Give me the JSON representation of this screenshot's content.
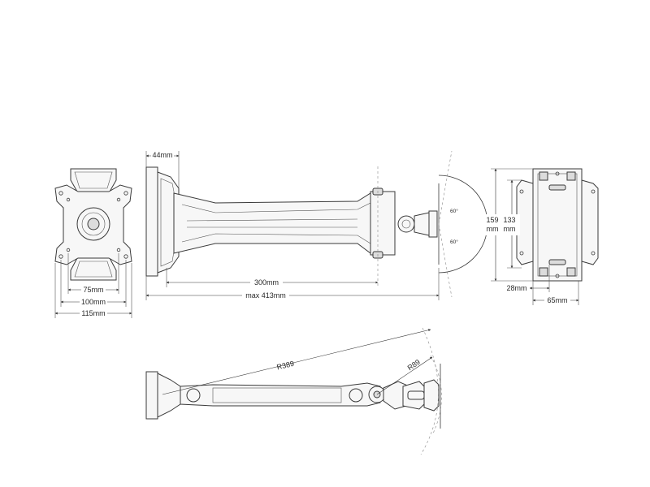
{
  "dimensions": {
    "plate_75": "75mm",
    "plate_100": "100mm",
    "plate_115": "115mm",
    "depth_44": "44mm",
    "arm_300": "300mm",
    "arm_max": "max 413mm",
    "angle_up": "60°",
    "angle_down": "60°",
    "height_159": "159",
    "height_159_unit": "mm",
    "height_133": "133",
    "height_133_unit": "mm",
    "wall_28": "28mm",
    "wall_65": "65mm",
    "radius_389": "R389",
    "radius_89": "R89"
  }
}
